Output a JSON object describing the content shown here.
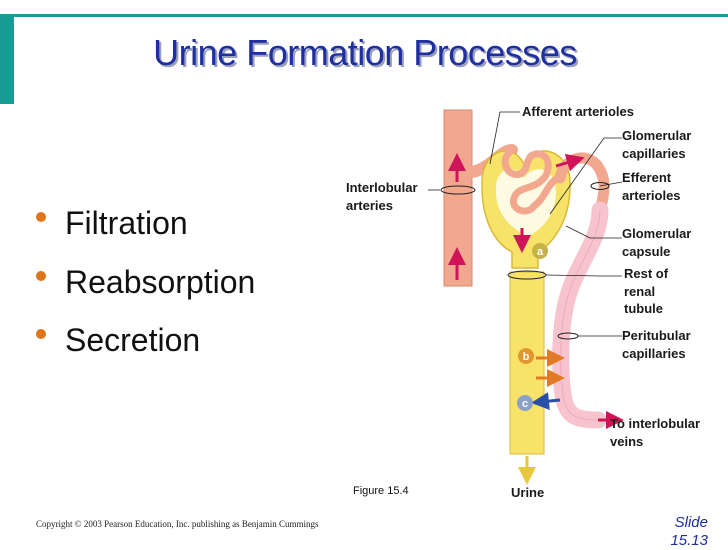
{
  "title": "Urine Formation Processes",
  "bullets": [
    "Filtration",
    "Reabsorption",
    "Secretion"
  ],
  "figure": {
    "labels": {
      "afferent": "Afferent arterioles",
      "glomerular_capillaries": [
        "Glomerular",
        "capillaries"
      ],
      "efferent": [
        "Efferent",
        "arterioles"
      ],
      "interlobular_arteries": [
        "Interlobular",
        "arteries"
      ],
      "glomerular_capsule": [
        "Glomerular",
        "capsule"
      ],
      "rest_of_tubule": [
        "Rest of",
        "renal",
        "tubule"
      ],
      "peritubular": [
        "Peritubular",
        "capillaries"
      ],
      "to_veins": [
        "To interlobular",
        "veins"
      ],
      "urine": "Urine",
      "caption": "Figure 15.4"
    },
    "markers": [
      "a",
      "b",
      "c"
    ]
  },
  "footer": {
    "copyright": "Copyright © 2003 Pearson Education, Inc. publishing as Benjamin Cummings",
    "slide_label": "Slide",
    "slide_number": "15.13"
  },
  "colors": {
    "accent": "#1a9a94",
    "title": "#1f2ea0",
    "bullet": "#e07418",
    "artery": "#f2a88e",
    "tubule": "#f7e26a",
    "arrow_red": "#d0145a",
    "arrow_orange": "#e07a24",
    "arrow_blue": "#2b4fa6"
  }
}
